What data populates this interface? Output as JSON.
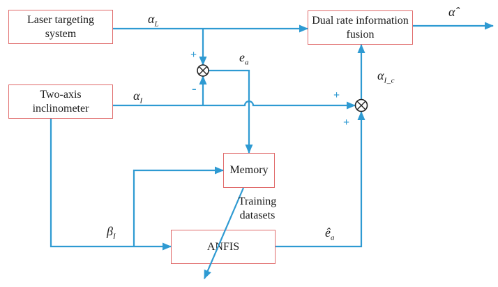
{
  "diagram": {
    "boxes": {
      "laser": "Laser targeting system",
      "inclinometer": "Two-axis inclinometer",
      "fusion": "Dual rate information fusion",
      "memory": "Memory",
      "anfis": "ANFIS"
    },
    "labels": {
      "alpha_L": {
        "base": "α",
        "sub": "L"
      },
      "alpha_I": {
        "base": "α",
        "sub": "I"
      },
      "e_a": {
        "base": "e",
        "sub": "a"
      },
      "alpha_hat": {
        "base": "α̂",
        "sub": ""
      },
      "alpha_I_c": {
        "base": "α",
        "sub": "I_c"
      },
      "e_hat_a": {
        "base": "ê",
        "sub": "a"
      },
      "beta_I": {
        "base": "β",
        "sub": "I"
      },
      "training": "Training datasets"
    },
    "signs": {
      "j1_top": "+",
      "j1_bottom": "-",
      "j2_left": "+",
      "j2_bottom": "+"
    },
    "colors": {
      "line": "#2e9ad2",
      "box_border": "#e06a6a",
      "junction": "#222222",
      "text": "#1a1a1a"
    }
  }
}
